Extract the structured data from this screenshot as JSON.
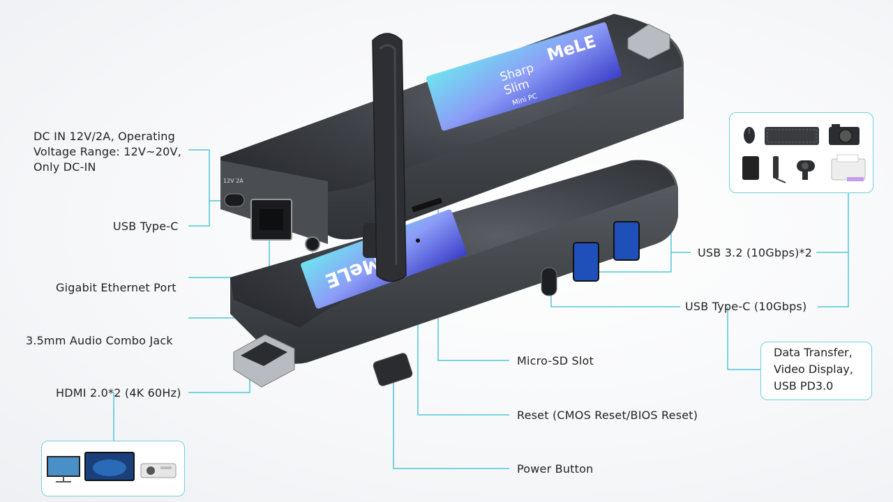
{
  "labels": {
    "dc_in": "DC IN 12V/2A, Operating Voltage Range: 12V~20V, Only DC-IN",
    "usb_type_c_left": "USB Type-C",
    "ethernet": "Gigabit Ethernet Port",
    "audio": "3.5mm Audio Combo Jack",
    "hdmi": "HDMI 2.0*2 (4K 60Hz)",
    "micro_sd": "Micro-SD Slot",
    "reset": "Reset (CMOS Reset/BIOS Reset)",
    "power": "Power Button",
    "usb32": "USB 3.2 (10Gbps)*2",
    "usb_c_right": "USB Type-C (10Gbps)"
  },
  "usb_c_features": [
    "Data Transfer,",
    "Video Display,",
    "USB PD3.0"
  ],
  "device": {
    "brand": "MeLE",
    "badge_line1": "Sharp",
    "badge_line2": "Slim",
    "badge_line3": "Mini PC",
    "port_marking": "12V 2A"
  },
  "peripherals": [
    "mouse-icon",
    "keyboard-icon",
    "camera-icon",
    "hard-drive-icon",
    "usb-hub-icon",
    "webcam-icon",
    "printer-icon"
  ],
  "displays": [
    "monitor-icon",
    "tv-icon",
    "projector-icon"
  ],
  "colors": {
    "accent": "#4fc6d8",
    "device": "#3a3d42"
  }
}
